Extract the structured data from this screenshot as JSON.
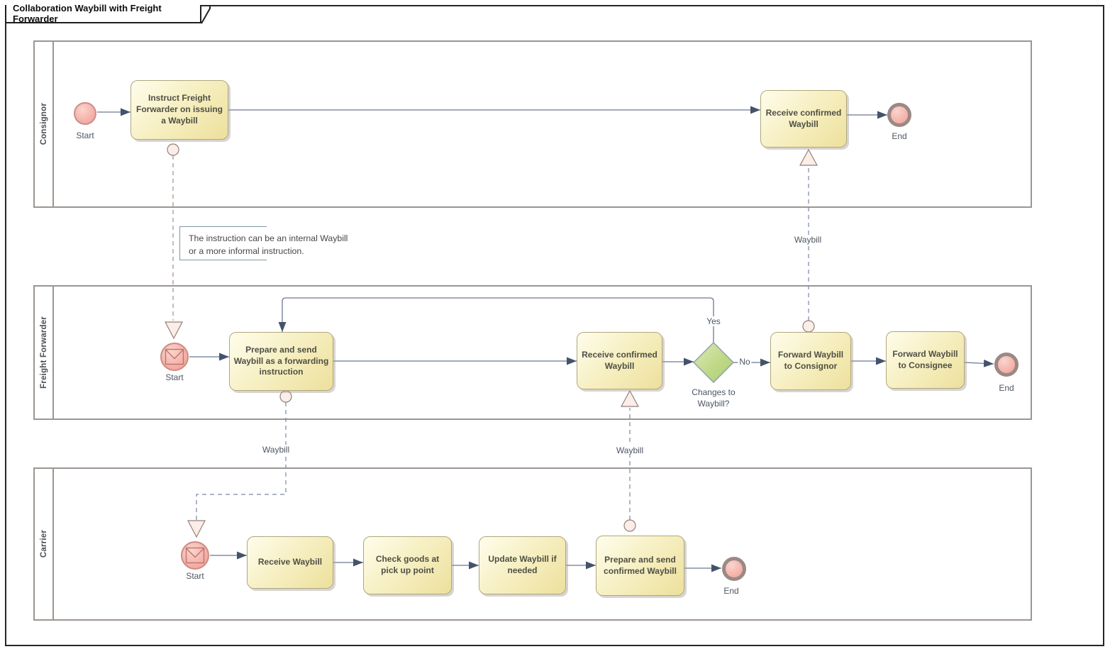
{
  "title": "Collaboration Waybill with Freight Forwarder",
  "note": {
    "lines": [
      "The instruction can be an internal Waybill",
      "or a more informal instruction."
    ]
  },
  "lanes": [
    {
      "name": "Consignor",
      "start_event": {
        "label": "Start"
      },
      "end_event": {
        "label": "End"
      },
      "tasks": [
        {
          "label": "Instruct Freight Forwarder on issuing a Waybill"
        },
        {
          "label": "Receive confirmed Waybill"
        }
      ]
    },
    {
      "name": "Freight Forwarder",
      "start_event": {
        "label": "Start"
      },
      "end_event": {
        "label": "End"
      },
      "tasks": [
        {
          "label": "Prepare and send Waybill as a forwarding instruction"
        },
        {
          "label": "Receive confirmed Waybill"
        },
        {
          "label": "Forward Waybill to Consignor"
        },
        {
          "label": "Forward Waybill to Consignee"
        }
      ],
      "gateway": {
        "label": "Changes to Waybill?",
        "yes_label": "Yes",
        "no_label": "No"
      }
    },
    {
      "name": "Carrier",
      "start_event": {
        "label": "Start"
      },
      "end_event": {
        "label": "End"
      },
      "tasks": [
        {
          "label": "Receive Waybill"
        },
        {
          "label": "Check goods at pick up point"
        },
        {
          "label": "Update Waybill if needed"
        },
        {
          "label": "Prepare and send confirmed Waybill"
        }
      ]
    }
  ],
  "message_flows": [
    {
      "from": "Instruct Freight Forwarder on issuing a Waybill",
      "to": "Start (Freight Forwarder)",
      "label": ""
    },
    {
      "from": "Prepare and send Waybill as a forwarding instruction",
      "to": "Start (Carrier)",
      "label": "Waybill"
    },
    {
      "from": "Prepare and send confirmed Waybill",
      "to": "Receive confirmed Waybill (Freight Forwarder)",
      "label": "Waybill"
    },
    {
      "from": "Forward Waybill to Consignor",
      "to": "Receive confirmed Waybill (Consignor)",
      "label": "Waybill"
    }
  ],
  "colors": {
    "task_fill_light": "#FEFDEC",
    "task_fill_dark": "#EDE09C",
    "task_border": "#B0A77C",
    "event_fill": "#F5B0A8",
    "end_event_ring": "#9A8985",
    "gateway_fill": "#B9D582",
    "sequence_line": "#6B7892",
    "message_line": "#7C87A0",
    "lane_border": "#9C9592"
  }
}
